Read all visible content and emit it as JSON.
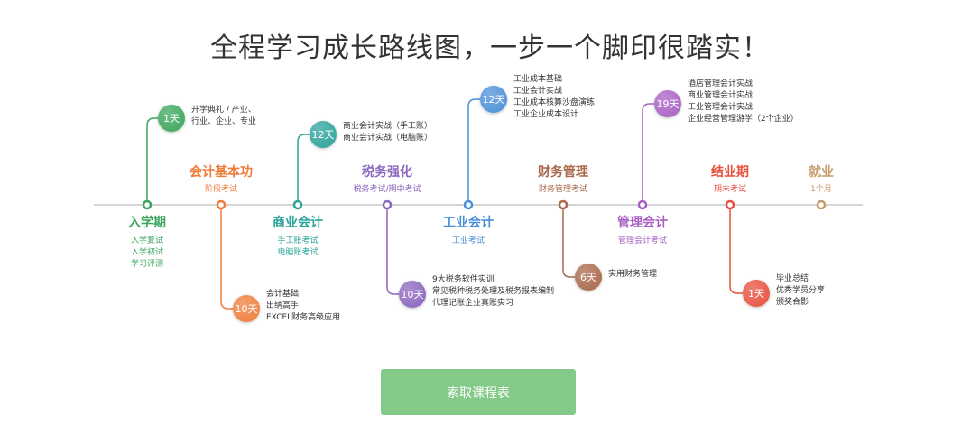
{
  "headline": "全程学习成长路线图，一步一个脚印很踏实！",
  "cta_label": "索取课程表",
  "stages": [
    {
      "name": "入学期",
      "subs": [
        "入学复试",
        "入学初试",
        "学习评测"
      ],
      "color": "#3aa55c"
    },
    {
      "name": "会计基本功",
      "subs": [
        "阶段考试"
      ],
      "color": "#ee7d3a"
    },
    {
      "name": "商业会计",
      "subs": [
        "手工账考试",
        "电脑账考试"
      ],
      "color": "#2aa39a"
    },
    {
      "name": "税务强化",
      "subs": [
        "税务考试/期中考试"
      ],
      "color": "#8a65be"
    },
    {
      "name": "工业会计",
      "subs": [
        "工业考试"
      ],
      "color": "#4a8fd8"
    },
    {
      "name": "财务管理",
      "subs": [
        "财务管理考试"
      ],
      "color": "#a9684a"
    },
    {
      "name": "管理会计",
      "subs": [
        "管理会计考试"
      ],
      "color": "#a75fc2"
    },
    {
      "name": "结业期",
      "subs": [
        "期末考试"
      ],
      "color": "#e84f3c"
    },
    {
      "name": "就业",
      "subs": [
        "1个月"
      ],
      "color": "#c79a6a"
    }
  ],
  "modules": [
    {
      "duration": "1天",
      "items": [
        "开学典礼 / 产业、",
        "行业、企业、专业"
      ],
      "color": "#3aa55c"
    },
    {
      "duration": "10天",
      "items": [
        "会计基础",
        "出纳高手",
        "EXCEL财务高级应用"
      ],
      "color": "#ee7d3a"
    },
    {
      "duration": "12天",
      "items": [
        "商业会计实战（手工账）",
        "商业会计实战（电脑账）"
      ],
      "color": "#2aa39a"
    },
    {
      "duration": "10天",
      "items": [
        "9大税务软件实训",
        "常见税种税务处理及税务报表编制",
        "代理记账企业真账实习"
      ],
      "color": "#8a65be"
    },
    {
      "duration": "12天",
      "items": [
        "工业成本基础",
        "工业会计实战",
        "工业成本核算沙盘演练",
        "工业企业成本设计"
      ],
      "color": "#4a8fd8"
    },
    {
      "duration": "6天",
      "items": [
        "实用财务管理"
      ],
      "color": "#a9684a"
    },
    {
      "duration": "19天",
      "items": [
        "酒店管理会计实战",
        "商业管理会计实战",
        "工业管理会计实战",
        "企业经营管理游学（2个企业）"
      ],
      "color": "#a75fc2"
    },
    {
      "duration": "1天",
      "items": [
        "毕业总结",
        "优秀学员分享",
        "颁奖合影"
      ],
      "color": "#e84f3c"
    }
  ]
}
